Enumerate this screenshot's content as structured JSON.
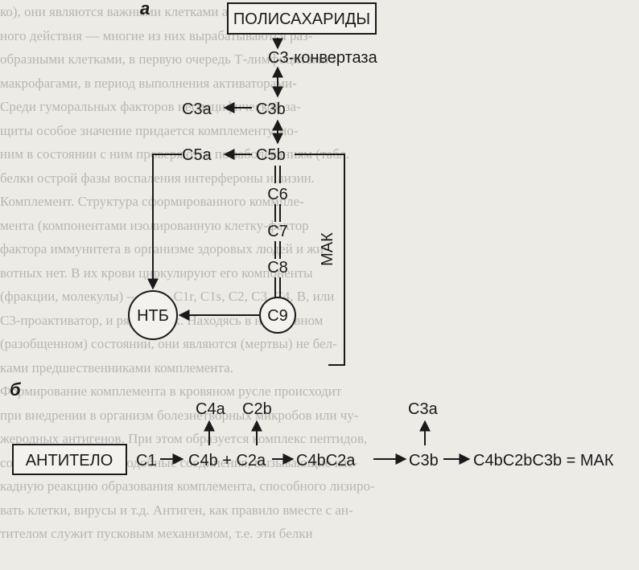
{
  "panel_a": {
    "label": "а",
    "polysaccharides": "ПОЛИСАХАРИДЫ",
    "convertase": "С3-конвертаза",
    "c3a": "С3а",
    "c3b": "С3b",
    "c5a": "С5а",
    "c5b": "С5b",
    "c6": "С6",
    "c7": "С7",
    "c8": "С8",
    "c9": "С9",
    "ntb": "НТБ",
    "mak": "МАК"
  },
  "panel_b": {
    "label": "б",
    "antibody": "АНТИТЕЛО",
    "c1": "С1",
    "c4b_c2a": "С4b + С2а",
    "c4bc2a": "С4bС2а",
    "c3b": "С3b",
    "result": "С4bС2bС3b = МАК",
    "c4a": "С4а",
    "c2b": "С2b",
    "c3a": "С3а"
  },
  "background_text": [
    "ко), они являются важными клетками антигенпре-",
    "ного действия — многие из них вырабатываются раз-",
    "образными клетками, в первую очередь Т-лимфоцитами и",
    "макрофагами, в период выполнения активаторами-",
    "Среди гуморальных факторов неспецифической за-",
    "щиты особое значение придается комплементу, но-",
    "ним в состоянии с ним проверяются по заболеваниям (табл.",
    "белки острой фазы воспаления интерфероны и лизин.",
    "Комплемент. Структура сформированного коммпле-",
    "мента (компонентами изолированную клетку-фактор",
    "фактора иммунитета в организме здоровых людей и жи-",
    "вотных нет. В их крови циркулируют его компоненты",
    "(фракции, молекулы) — С1q, С1r, С1s, С2, С3, С4, В, или",
    "С3-проактиватор, и ряд других. Находясь в неактивном",
    "(разобщенном) состоянии, они являются (мертвы) не бел-",
    "ками предшественниками комплемента.",
    "Формирование комплемента в кровяном русле происходит",
    "при внедрении в организм болезнетворных микробов или чу-",
    "жеродных антигенов. При этом образуется комплекс пептидов,",
    "создаются ферментоподобные соединения, вызывающие кас-",
    "кадную реакцию образования комплемента, способного лизиро-",
    "вать клетки, вирусы и т.д. Антиген, как правило вместе с ан-",
    "тителом служит пусковым механизмом, т.е. эти белки"
  ]
}
